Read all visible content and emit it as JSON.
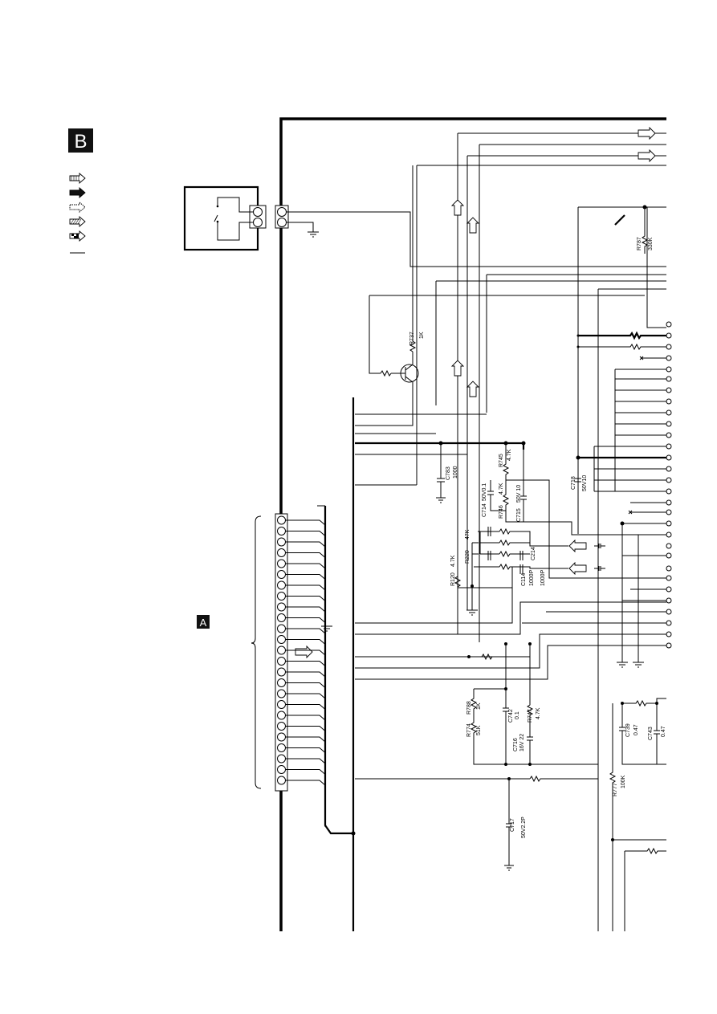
{
  "section_badges": {
    "main": "B",
    "connector": "A"
  },
  "legend": {
    "icons": [
      "hatched-arrow-icon",
      "solid-arrow-icon",
      "dotted-arrow-icon",
      "diagonal-hatched-arrow-icon",
      "checkered-arrow-icon",
      "line-icon"
    ]
  },
  "components": {
    "r737": {
      "ref": "R737",
      "value": "1K"
    },
    "c783": {
      "ref": "C783",
      "value": "1000"
    },
    "r745": {
      "ref": "R745",
      "value": "4.7K"
    },
    "c714": {
      "ref": "C714",
      "value": "50V0.1"
    },
    "r746": {
      "ref": "R746",
      "value": "4.7K"
    },
    "c715": {
      "ref": "C715",
      "value": "50V 10"
    },
    "r220": {
      "ref": "R220",
      "value": "47K"
    },
    "r120": {
      "ref": "R120",
      "value": "4.7K"
    },
    "c214": {
      "ref": "C214",
      "value": "1000P"
    },
    "c114": {
      "ref": "C114",
      "value": "1000P"
    },
    "c718": {
      "ref": "C718",
      "value": "50V10"
    },
    "r787": {
      "ref": "R787",
      "value": "330K"
    },
    "r788": {
      "ref": "R788",
      "value": "1K"
    },
    "r774": {
      "ref": "R774",
      "value": "51K"
    },
    "c742": {
      "ref": "C742",
      "value": "0.1"
    },
    "c716": {
      "ref": "C716",
      "value": "16V 22"
    },
    "r747": {
      "ref": "R747",
      "value": "4.7K"
    },
    "c739": {
      "ref": "C739",
      "value": "0.47"
    },
    "c743": {
      "ref": "C743",
      "value": "0.47"
    },
    "r777": {
      "ref": "R777",
      "value": "100K"
    },
    "c717": {
      "ref": "C717",
      "value": "50V2.2P"
    }
  }
}
